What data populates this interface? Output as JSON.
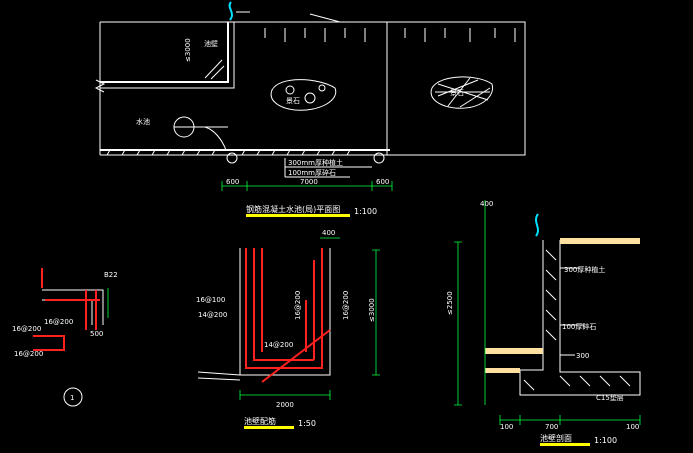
{
  "colors": {
    "background": "#000000",
    "line": "#ffffff",
    "rebar": "#ff2020",
    "dimension": "#00ff40",
    "water": "#00e0ff",
    "title_bar": "#ffff00"
  },
  "plan": {
    "width_label": "7000",
    "depth_label": "≤3000",
    "note_300": "300mm厚种植土",
    "note_100": "100mm厚碎石",
    "dim_left": "600",
    "dim_right": "600",
    "section_mark": "1"
  },
  "titles": {
    "plan_title": "钢筋混凝土水池(局)平面图",
    "plan_scale": "1:100",
    "detail_title": "池壁配筋",
    "detail_scale": "1:50",
    "section_title": "池壁剖面",
    "section_scale": "1:100"
  },
  "rebar_left": {
    "b22": "B22",
    "r1": "16@200",
    "r2": "16@200",
    "r3": "16@200",
    "d500": "500"
  },
  "rebar_middle": {
    "top": "400",
    "l1": "16@100",
    "l2": "14@200",
    "l3": "16@200",
    "l4": "14@200",
    "l5": "16@200",
    "dim": "≤3000",
    "bottom": "2000"
  },
  "section": {
    "top": "400",
    "h": "≤2500",
    "n1": "300厚种植土",
    "n2": "100厚碎石",
    "n3": "C15垫层",
    "n4": "300",
    "b1": "100",
    "b2": "700",
    "b3": "100"
  }
}
